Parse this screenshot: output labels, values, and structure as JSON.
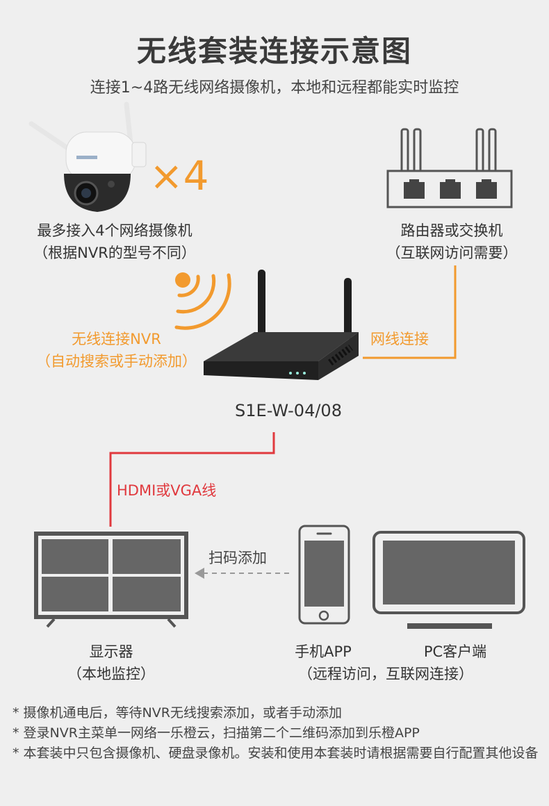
{
  "header": {
    "title": "无线套装连接示意图",
    "subtitle": "连接1~4路无线网络摄像机，本地和远程都能实时监控"
  },
  "camera": {
    "multiplier": "×4",
    "caption_line1": "最多接入4个网络摄像机",
    "caption_line2": "（根据NVR的型号不同）"
  },
  "router": {
    "caption_line1": "路由器或交换机",
    "caption_line2": "（互联网访问需要）"
  },
  "wireless": {
    "label_line1": "无线连接NVR",
    "label_line2": "（自动搜索或手动添加）"
  },
  "network_link": {
    "label": "网线连接"
  },
  "nvr": {
    "model": "S1E-W-04/08"
  },
  "hdmi_link": {
    "label": "HDMI或VGA线"
  },
  "scan_link": {
    "label": "扫码添加"
  },
  "monitor": {
    "caption_line1": "显示器",
    "caption_line2": "（本地监控）"
  },
  "phone": {
    "caption": "手机APP"
  },
  "pc": {
    "caption": "PC客户端"
  },
  "remote_caption": "（远程访问，互联网连接）",
  "notes": [
    "* 摄像机通电后，等待NVR无线搜索添加，或者手动添加",
    "* 登录NVR主菜单一网络一乐橙云，扫描第二个二维码添加到乐橙APP",
    "* 本套装中只包含摄像机、硬盘录像机。安装和使用本套装时请根据需要自行配置其他设备"
  ],
  "colors": {
    "accent_orange": "#f29a2e",
    "hdmi_red": "#e0393e",
    "line_gray": "#777777",
    "background": "#efefef"
  }
}
